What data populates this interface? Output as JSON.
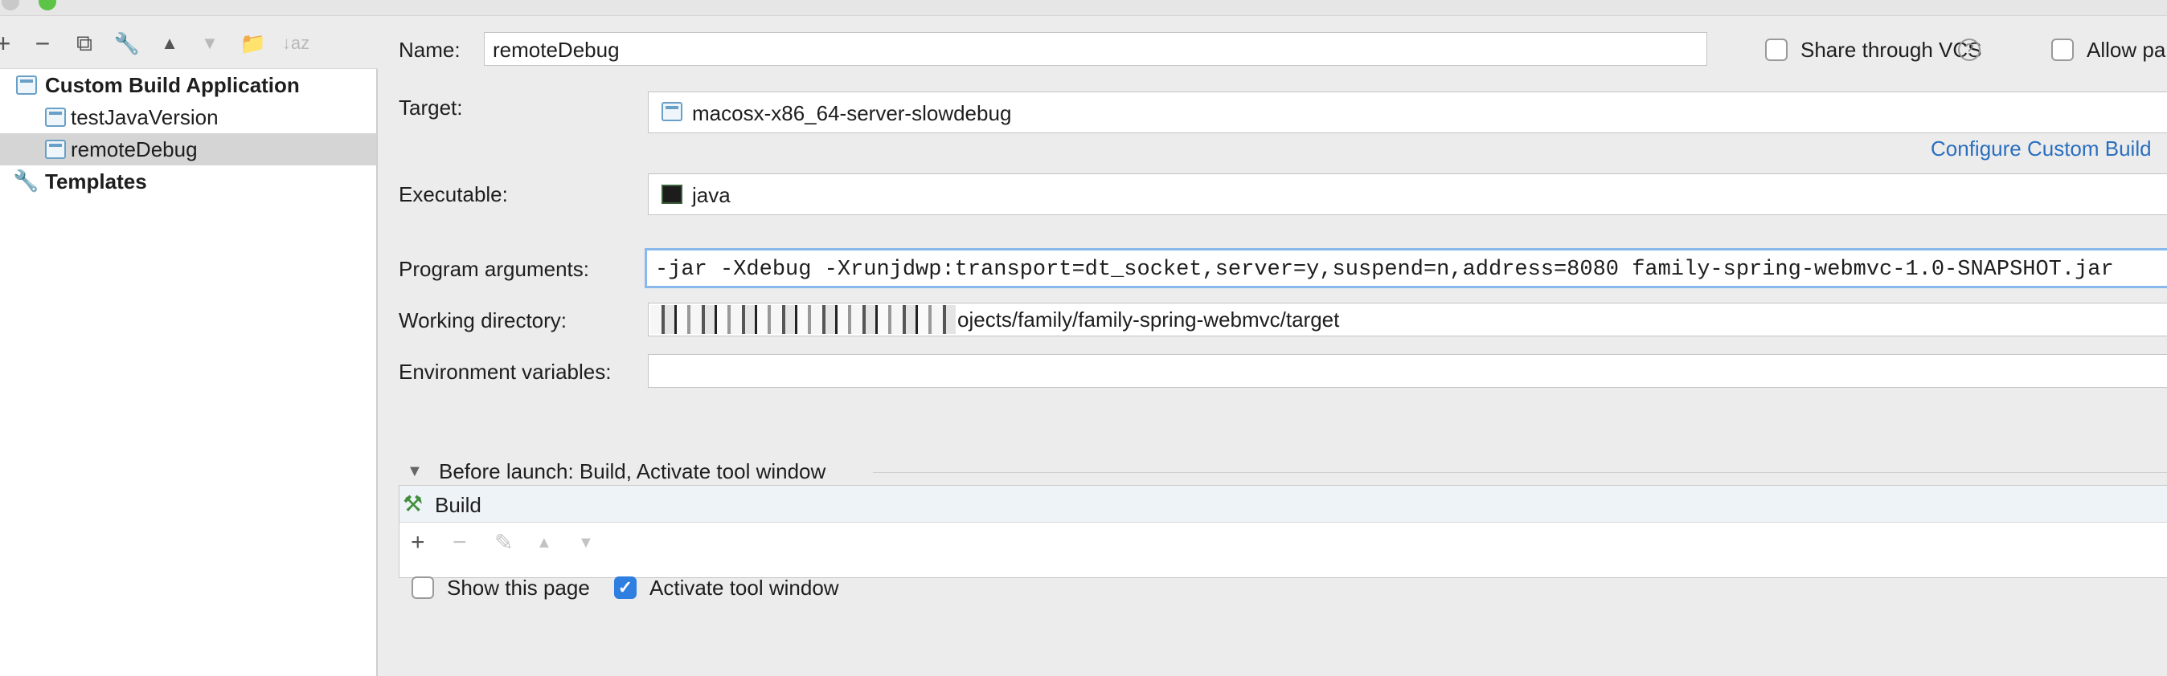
{
  "sidebar": {
    "toolbar": {
      "add": "+",
      "remove": "−",
      "copy": "⧉",
      "edit": "🔧",
      "up": "▲",
      "down": "▼",
      "folder": "📁",
      "sort": "↓az"
    },
    "tree": [
      {
        "label": "Custom Build Application",
        "icon": "config-icon"
      },
      {
        "label": "testJavaVersion",
        "icon": "config-icon"
      },
      {
        "label": "remoteDebug",
        "icon": "config-icon",
        "selected": true
      },
      {
        "label": "Templates",
        "icon": "wrench-icon"
      }
    ]
  },
  "form": {
    "name_label": "Name:",
    "name_value": "remoteDebug",
    "share_label": "Share through VCS",
    "allow_label": "Allow pa",
    "target_label": "Target:",
    "target_value": "macosx-x86_64-server-slowdebug",
    "configure_link": "Configure Custom Build",
    "executable_label": "Executable:",
    "executable_value": "java",
    "program_args_label": "Program arguments:",
    "program_args_value": "-jar -Xdebug -Xrunjdwp:transport=dt_socket,server=y,suspend=n,address=8080 family-spring-webmvc-1.0-SNAPSHOT.jar",
    "working_dir_label": "Working directory:",
    "working_dir_value": "ojects/family/family-spring-webmvc/target",
    "env_label": "Environment variables:",
    "env_value": ""
  },
  "before_launch": {
    "title": "Before launch: Build, Activate tool window",
    "task": "Build",
    "toolbar": {
      "add": "+",
      "remove": "−",
      "edit": "✎",
      "up": "▲",
      "down": "▼"
    },
    "show_page_label": "Show this page",
    "show_page_checked": false,
    "activate_label": "Activate tool window",
    "activate_checked": true
  },
  "colors": {
    "accent": "#2f7fe0",
    "link": "#2a6fbf",
    "selection": "#d5d5d5"
  }
}
